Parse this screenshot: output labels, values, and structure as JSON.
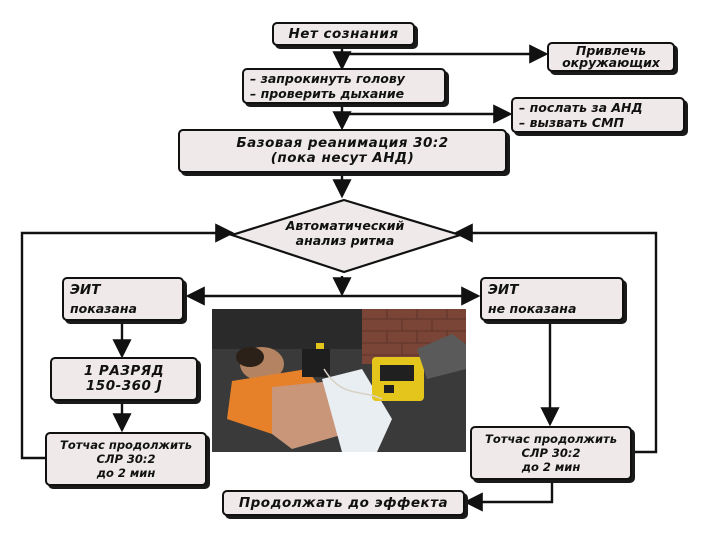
{
  "flowchart": {
    "start": "Нет сознания",
    "call_help": [
      "Привлечь",
      "окружающих"
    ],
    "airway": [
      "– запрокинуть голову",
      "– проверить дыхание"
    ],
    "send": [
      "– послать за АНД",
      "– вызвать СМП"
    ],
    "cpr": [
      "Базовая реанимация 30:2",
      "(пока несут АНД)"
    ],
    "analysis": [
      "Автоматический",
      "анализ ритма"
    ],
    "shock_indicated": [
      "ЭИТ",
      "показана"
    ],
    "shock_not_indicated": [
      "ЭИТ",
      "не показана"
    ],
    "one_shock": [
      "1 РАЗРЯД",
      "150-360 J"
    ],
    "continue_left": [
      "Тотчас продолжить",
      "СЛР 30:2",
      "до 2 мин"
    ],
    "continue_right": [
      "Тотчас продолжить",
      "СЛР 30:2",
      "до 2 мин"
    ],
    "until_effect": "Продолжать до эффекта"
  },
  "colors": {
    "box_fill": "#efe9e9",
    "line": "#111111",
    "device_yellow": "#e3c51c",
    "shirt_orange": "#e6812a"
  },
  "photo": {
    "description_icon": "aed-resuscitation-photo"
  }
}
